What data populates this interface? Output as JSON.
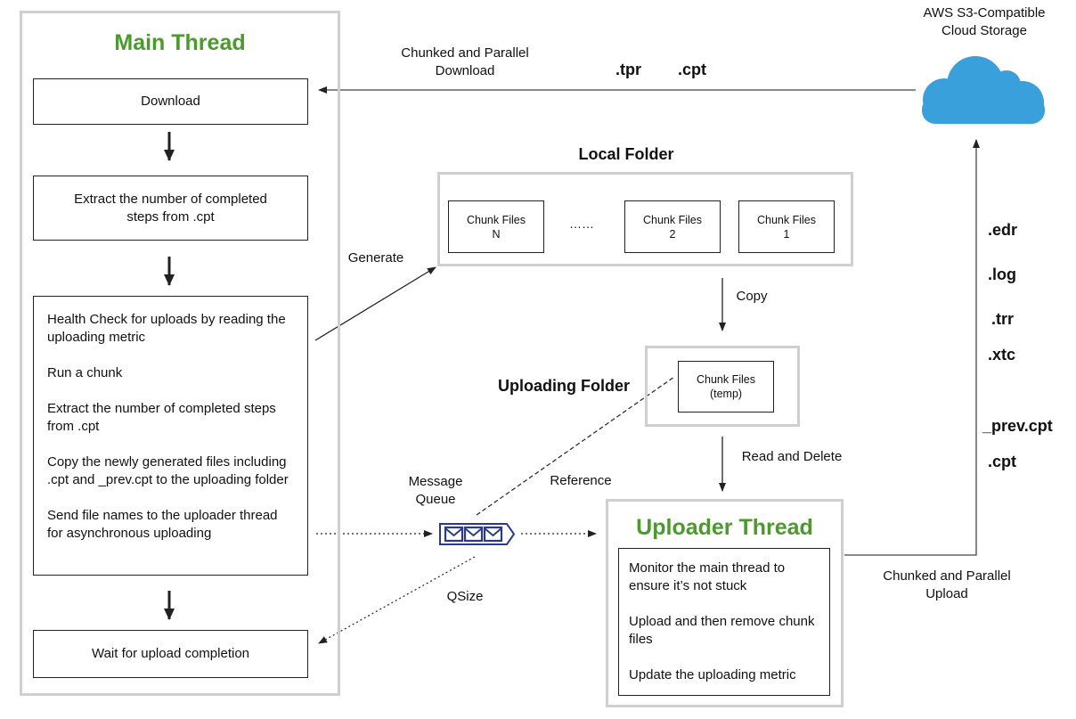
{
  "main_thread": {
    "title": "Main Thread",
    "download": "Download",
    "extract": "Extract the number of completed steps from .cpt",
    "steps": [
      "Health Check for uploads by reading the uploading metric",
      "Run a chunk",
      "Extract the number of completed steps from .cpt",
      "Copy the newly generated files including .cpt and _prev.cpt to the uploading folder",
      "Send file names to the uploader thread for asynchronous uploading"
    ],
    "wait": "Wait for upload completion"
  },
  "local_folder": {
    "title": "Local Folder",
    "chunks": [
      "Chunk Files\nN",
      "Chunk Files\n2",
      "Chunk Files\n1"
    ],
    "ellipsis": "……"
  },
  "uploading_folder": {
    "title": "Uploading Folder",
    "chunk": "Chunk Files\n(temp)"
  },
  "uploader_thread": {
    "title": "Uploader Thread",
    "steps": [
      "Monitor the main thread to ensure it’s not stuck",
      "Upload and then remove chunk files",
      "Update the uploading metric"
    ]
  },
  "cloud": {
    "label": "AWS S3-Compatible\nCloud Storage",
    "color": "#3aa0dc"
  },
  "labels": {
    "download": "Chunked and Parallel\nDownload",
    "upload": "Chunked and Parallel\nUpload",
    "generate": "Generate",
    "copy": "Copy",
    "read_delete": "Read and Delete",
    "message_queue": "Message\nQueue",
    "reference": "Reference",
    "qsize": "QSize"
  },
  "download_exts": [
    ".tpr",
    ".cpt"
  ],
  "upload_exts": [
    ".edr",
    ".log",
    ".trr",
    ".xtc",
    "_prev.cpt",
    ".cpt"
  ],
  "colors": {
    "title_green": "#4a9a2c",
    "queue_blue": "#2b3a8c"
  }
}
